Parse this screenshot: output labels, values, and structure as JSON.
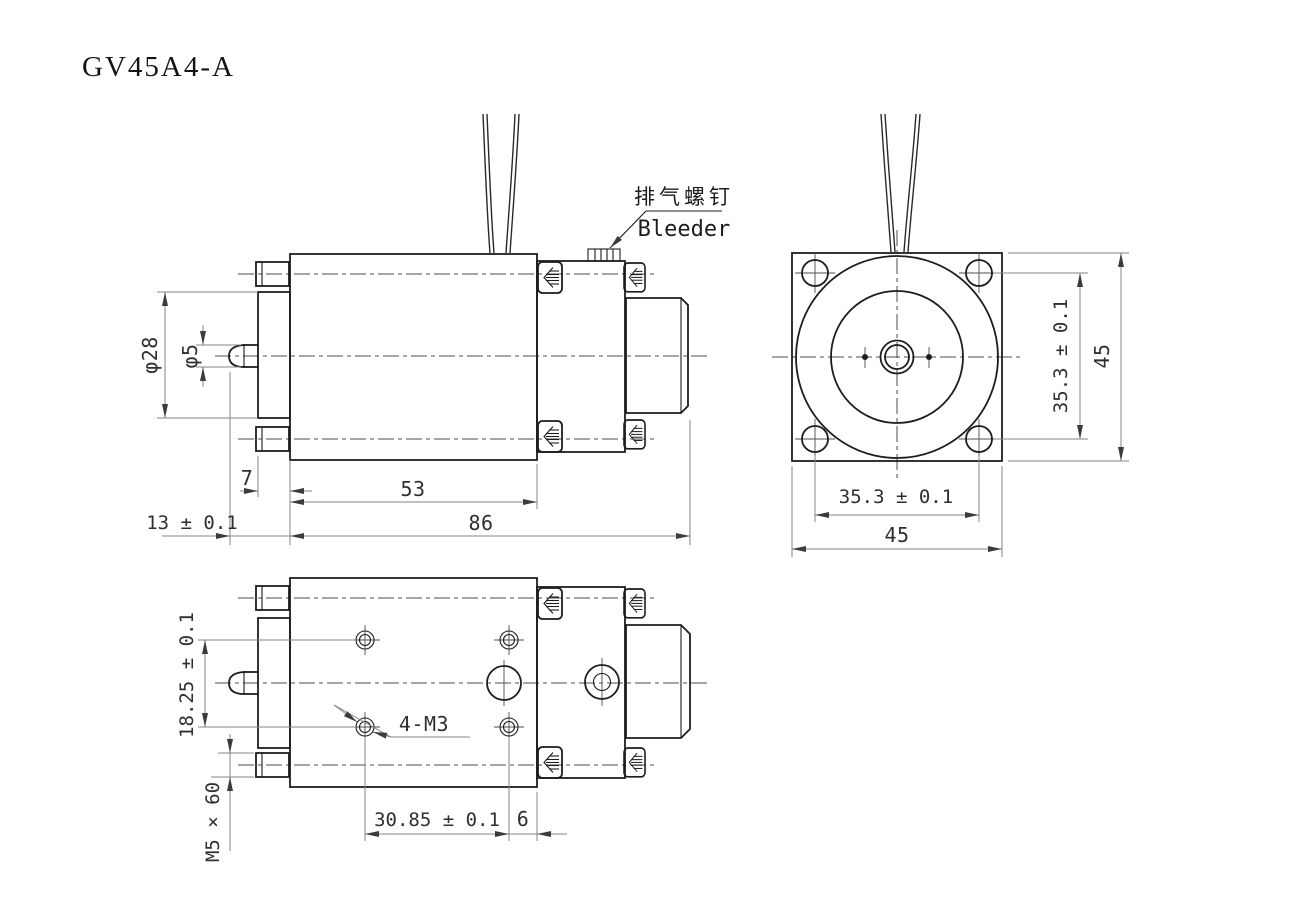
{
  "page": {
    "title": "GV45A4-A"
  },
  "colors": {
    "background": "#ffffff",
    "object_line": "#1d1d1d",
    "dimension_line": "#858585",
    "centerline": "#4d4d4d",
    "text": "#2f2f2f"
  },
  "views": {
    "side_view": {
      "label": "side view with wires and bleeder",
      "callout": {
        "cn": "排气螺钉",
        "en": "Bleeder"
      },
      "dimensions": {
        "flange_diameter": "φ28",
        "pin_diameter": "φ5",
        "flange_thickness": "7",
        "body_length": "53",
        "overall_length": "86",
        "pin_projection": "13 ± 0.1"
      }
    },
    "front_view": {
      "label": "front face with mounting holes",
      "dimensions": {
        "hole_spacing_vertical": "35.3 ± 0.1",
        "overall_height": "45",
        "hole_spacing_horizontal": "35.3 ± 0.1",
        "overall_width": "45"
      }
    },
    "bottom_view": {
      "label": "bottom face with tapped holes",
      "dimensions": {
        "hole_spacing_vertical": "18.25 ± 0.1",
        "mounting_screw": "M5 × 60",
        "thread_callout": "4-M3",
        "hole_spacing_horizontal": "30.85 ± 0.1",
        "hole_edge_offset": "6"
      }
    }
  }
}
